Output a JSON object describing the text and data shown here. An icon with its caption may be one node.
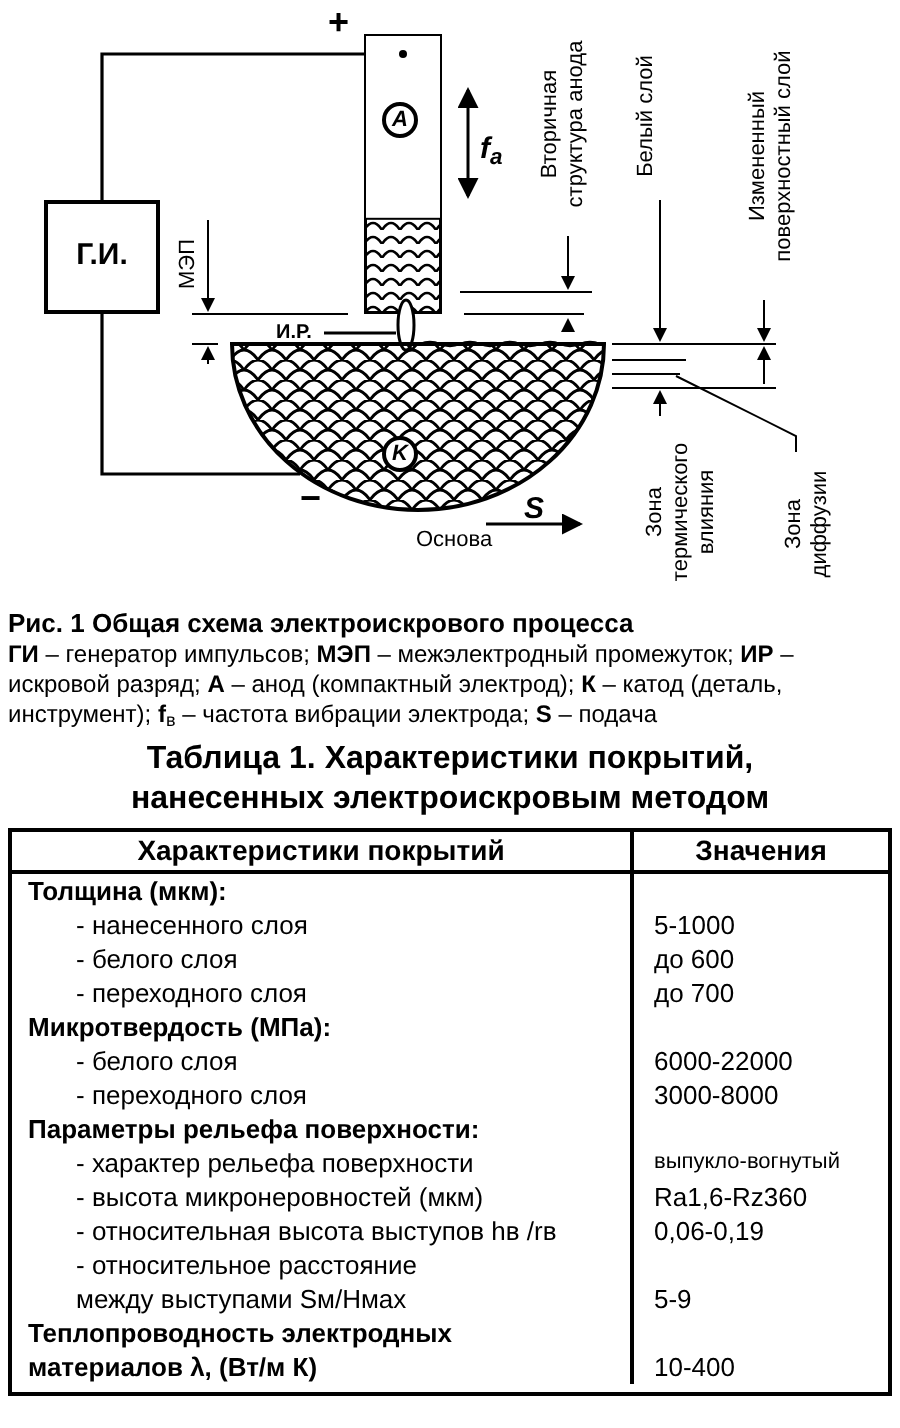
{
  "diagram": {
    "caption": "Рис. 1 Общая схема электроискрового процесса",
    "nodes": [
      {
        "text": [
          "Г.И."
        ]
      },
      {
        "text": [],
        "shape": "box"
      },
      {
        "text": [
          "A"
        ],
        "in": 1
      },
      {
        "text": [],
        "shape": "ellipse"
      },
      {
        "text": [
          "И.Р."
        ]
      },
      {
        "text": [],
        "shape": "semicircle"
      },
      {
        "text": [
          "K"
        ],
        "in": 5
      }
    ],
    "edges": [
      {
        "from": 0,
        "to": 1,
        "arrow": "none"
      },
      {
        "from": 0,
        "to": 5,
        "arrow": "none"
      },
      {
        "from": 4,
        "to": 3,
        "arrow": "none"
      }
    ],
    "labels": [
      "f$_{a}$",
      "МЭП",
      "Вторичная структура анода",
      "Белый слой",
      "Измененный поверхностный слой",
      "Зона термического влияния",
      "Зона диффузии",
      "Основа",
      "S",
      "+",
      "−",
      "**ГИ** – генератор импульсов; **МЭП** – межэлектродный промежуток; **ИР** – искровой разряд; **А** – анод (компактный электрод); **К** – катод (деталь, инструмент); **f**$_{в}$ – частота вибрации электрода; **S** – подача",
      "Таблица 1. Характеристики покрытий, нанесенных электроискровым методом",
      "Характеристики покрытий",
      "Значения",
      "Толщина (мкм):",
      "- нанесенного слоя",
      "5-1000",
      "- белого слоя",
      "до 600",
      "- переходного слоя",
      "до 700",
      "Микротвердость (МПа):",
      "- белого слоя",
      "6000-22000",
      "- переходного слоя",
      "3000-8000",
      "Параметры рельефа поверхности:",
      "- характер рельефа поверхности",
      "выпукло-вогнутый",
      "- высота микронеровностей (мкм)",
      "Ra1,6-Rz360",
      "- относительная высота выступов hв /rв",
      "0,06-0,19",
      "- относительное расстояние между выступами Sм/Hмах",
      "5-9",
      "Теплопроводность электродных материалов λ, (Вт/м К)",
      "10-400"
    ]
  }
}
